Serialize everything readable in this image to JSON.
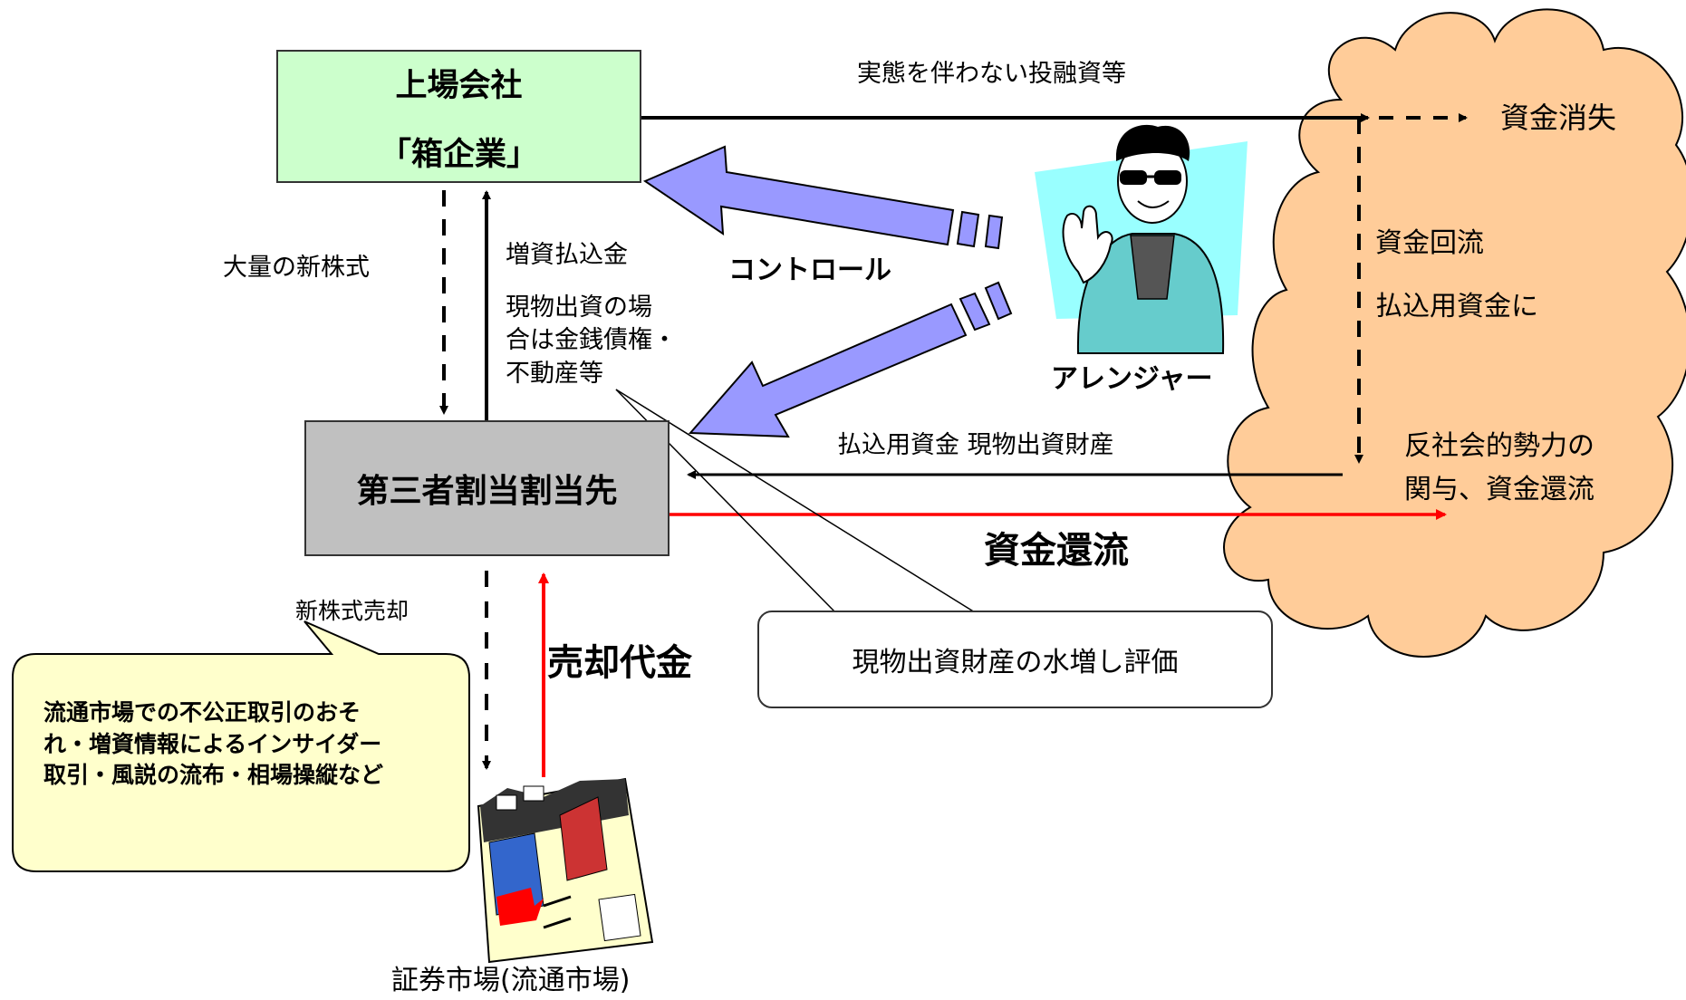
{
  "header": {
    "title_fragment": "("
  },
  "nodes": {
    "listed_company_line1": "上場会社",
    "listed_company_line2": "「箱企業」",
    "third_party": "第三者割当割当先",
    "arranger": "アレンジャー",
    "market": "証券市場(流通市場)",
    "cloud_exit": "資金消失",
    "cloud_antisocial_line1": "反社会的勢力の",
    "cloud_antisocial_line2": "関与、資金還流"
  },
  "edges": {
    "investment": "実態を伴わない投融資等",
    "new_shares": "大量の新株式",
    "payment": "増資払込金",
    "in_kind_line1": "現物出資の場",
    "in_kind_line2": "合は金銭債権・",
    "in_kind_line3": "不動産等",
    "control": "コントロール",
    "fund_circulation_line1": "資金回流",
    "fund_circulation_line2": "払込用資金に",
    "payment_funds": "払込用資金 現物出資財産",
    "fund_return": "資金還流",
    "share_sale": "新株式売却",
    "sale_proceeds": "売却代金"
  },
  "callouts": {
    "overvaluation": "現物出資財産の水増し評価",
    "risk_line1": "流通市場での不公正取引のおそ",
    "risk_line2": "れ・増資情報によるインサイダー",
    "risk_line3": "取引・風説の流布・相場操縦など"
  },
  "colors": {
    "listed_box": "#ccffcc",
    "third_party_box": "#c0c0c0",
    "cloud": "#ffcc99",
    "control_arrow": "#9999ff",
    "return_arrow": "#ff0000",
    "callout": "#ffffcc"
  }
}
